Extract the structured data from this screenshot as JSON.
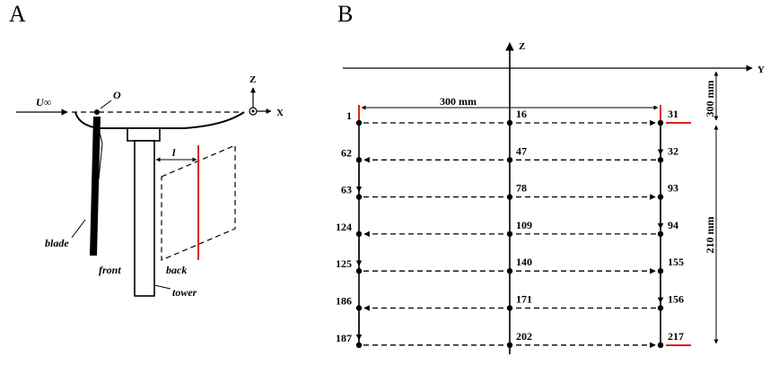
{
  "panelA": {
    "label": "A",
    "inflow_symbol": "U∞",
    "origin": "O",
    "axis_z": "Z",
    "axis_x": "X",
    "distance_symbol": "l",
    "blade": "blade",
    "front": "front",
    "back": "back",
    "tower": "tower"
  },
  "panelB": {
    "label": "B",
    "axis_z": "Z",
    "axis_y": "Y",
    "width_dim": "300 mm",
    "height_dim_top": "300 mm",
    "height_dim_side": "210 mm",
    "rows": [
      {
        "left": "1",
        "mid": "16",
        "right": "31"
      },
      {
        "left": "62",
        "mid": "47",
        "right": "32"
      },
      {
        "left": "63",
        "mid": "78",
        "right": "93"
      },
      {
        "left": "124",
        "mid": "109",
        "right": "94"
      },
      {
        "left": "125",
        "mid": "140",
        "right": "155"
      },
      {
        "left": "186",
        "mid": "171",
        "right": "156"
      },
      {
        "left": "187",
        "mid": "202",
        "right": "217"
      }
    ]
  },
  "colors": {
    "line": "#000000",
    "accent": "#e0221b"
  }
}
